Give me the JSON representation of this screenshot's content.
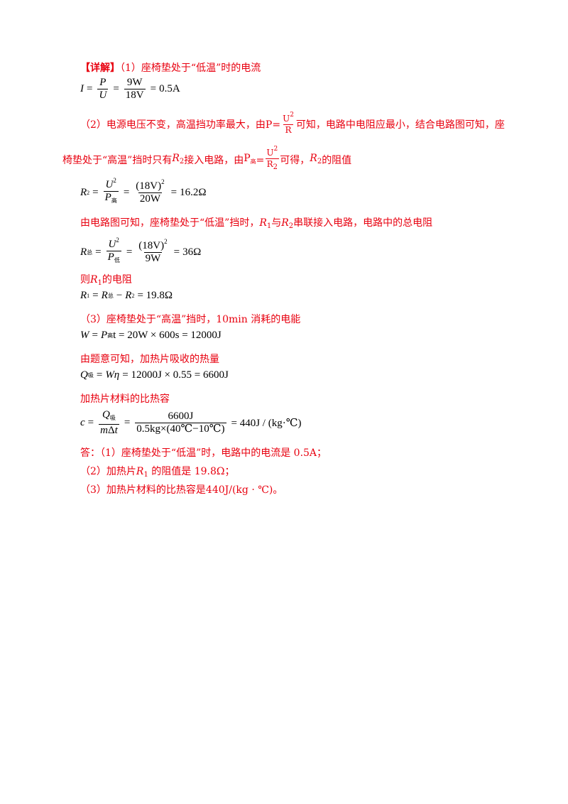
{
  "l1_head": "【详解】",
  "l1_text": "（1）座椅垫处于“低温”时的电流",
  "eq1": {
    "lhs": "I",
    "P": "P",
    "U": "U",
    "n": "9W",
    "d": "18V",
    "res": "0.5A"
  },
  "l2a": "（2）电源电压不变，高温挡功率最大，由",
  "l2b": "可知，电路中电阻应最小，结合电路图可知，座",
  "l3a": "椅垫处于“高温”挡时只有",
  "l3b": "接入电路，由",
  "l3c": "可得，",
  "l3d": "的阻值",
  "sym": {
    "P": "P",
    "U": "U",
    "R": "R",
    "two": "2",
    "eq": "=",
    "R2": "R",
    "two_s": "2",
    "gao": "高"
  },
  "eq2": {
    "lhs": "R",
    "lsub": "2",
    "U": "U",
    "Psub": "高",
    "n": "(18V)",
    "d": "20W",
    "res": "16.2Ω"
  },
  "l4a": "由电路图可知，座椅垫处于“低温”挡时，",
  "l4b": "与",
  "l4c": "串联接入电路，电路中的总电阻",
  "eq3": {
    "lhs": "R",
    "lsub": "总",
    "Psub": "低",
    "n": "(18V)",
    "d": "9W",
    "res": "36Ω"
  },
  "l5a": "则",
  "l5b": "的电阻",
  "eq4": {
    "text": "= 19.8Ω",
    "sub1": "1",
    "sub2": "总",
    "sub3": "2"
  },
  "l6": "（3）座椅垫处于“高温”挡时，10min 消耗的电能",
  "eq5": {
    "sub": "高",
    "text": "t = 20W × 600s = 12000J"
  },
  "l7": "由题意可知，加热片吸收的热量",
  "eq6": {
    "sub": "吸",
    "text": "= 12000J × 0.55 = 6600J"
  },
  "l8": "加热片材料的比热容",
  "eq7": {
    "qsub": "吸",
    "n": "6600J",
    "d": "0.5kg×(40℃−10℃)",
    "res": "= 440J / (kg·℃)"
  },
  "a1": "答：（1）座椅垫处于“低温”时，电路中的电流是 0.5A；",
  "a2a": "（2）加热片",
  "a2b": "的阻值是 19.8Ω；",
  "a3": "（3）加热片材料的比热容是440J/(kg · ℃)。"
}
